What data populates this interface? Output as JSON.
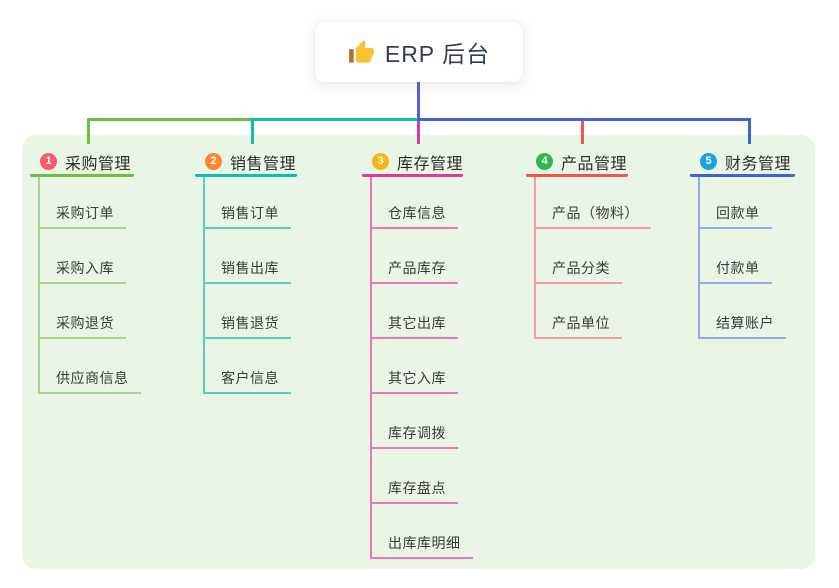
{
  "root": {
    "icon": "thumbs-up",
    "label": "ERP 后台"
  },
  "panel_color": "#eaf6e5",
  "connector_colors": {
    "root_stem": "#5a62d2",
    "trunk_left": "#6fbe44",
    "trunk_middle": "#10bdb4",
    "trunk_right": "#3f64d4",
    "drop_inventory": "#dc3a9e",
    "drop_product": "#f25353"
  },
  "branches": [
    {
      "index": "1",
      "label": "采购管理",
      "badge_color": "#f85a6e",
      "line_color": "#6fbe44",
      "child_line_color": "#a8d488",
      "children": [
        "采购订单",
        "采购入库",
        "采购退货",
        "供应商信息"
      ]
    },
    {
      "index": "2",
      "label": "销售管理",
      "badge_color": "#f8862c",
      "line_color": "#10bdb4",
      "child_line_color": "#5bcac2",
      "children": [
        "销售订单",
        "销售出库",
        "销售退货",
        "客户信息"
      ]
    },
    {
      "index": "3",
      "label": "库存管理",
      "badge_color": "#f9b313",
      "line_color": "#dc3a9e",
      "child_line_color": "#ef74ba",
      "children": [
        "仓库信息",
        "产品库存",
        "其它出库",
        "其它入库",
        "库存调拨",
        "库存盘点",
        "出库库明细"
      ]
    },
    {
      "index": "4",
      "label": "产品管理",
      "badge_color": "#2eb84e",
      "line_color": "#f25353",
      "child_line_color": "#f59c9c",
      "children": [
        "产品（物料）",
        "产品分类",
        "产品单位"
      ]
    },
    {
      "index": "5",
      "label": "财务管理",
      "badge_color": "#1aa3e3",
      "line_color": "#3f64d4",
      "child_line_color": "#93aae4",
      "children": [
        "回款单",
        "付款单",
        "结算账户"
      ]
    }
  ]
}
